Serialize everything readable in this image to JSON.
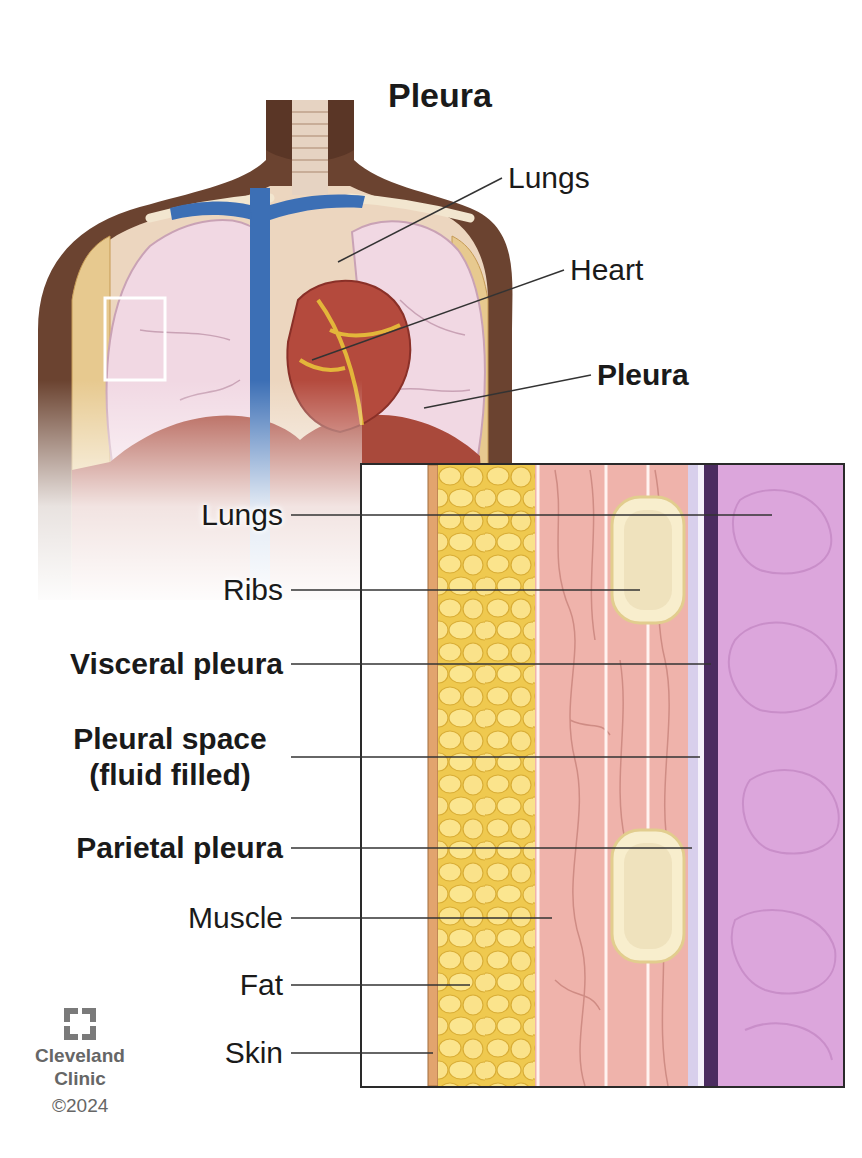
{
  "diagram": {
    "title": "Pleura",
    "labels": [
      "Lungs",
      "Heart",
      "Pleura",
      "Lungs",
      "Ribs",
      "Visceral pleura",
      "Pleural space (fluid filled)",
      "Parietal pleura",
      "Muscle",
      "Fat",
      "Skin",
      "Cleveland Clinic",
      "©2024"
    ]
  }
}
